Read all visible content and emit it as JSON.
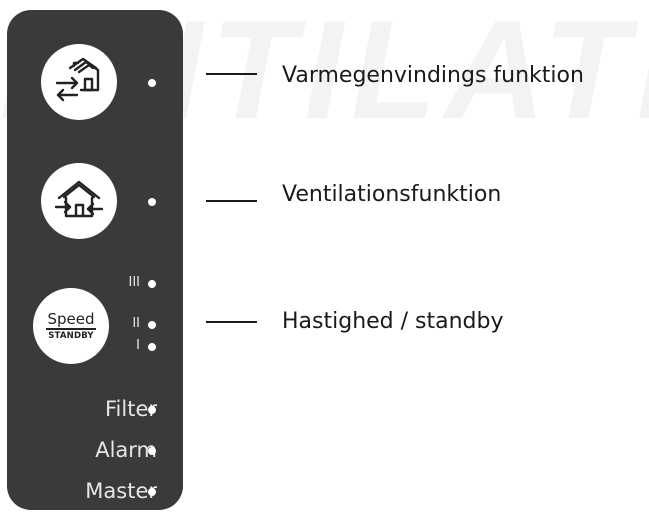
{
  "watermark": "ENTILATI",
  "buttons": {
    "heat_recovery_icon": "house-arrows-icon",
    "ventilation_icon": "house-flow-icon",
    "speed_label": "Speed",
    "standby_label": "STANDBY"
  },
  "speed_levels": [
    "III",
    "II",
    "I"
  ],
  "status_labels": {
    "filter": "Filter",
    "alarm": "Alarm",
    "master": "Master"
  },
  "callouts": {
    "heat_recovery": "Varmegenvindings funktion",
    "ventilation": "Ventilationsfunktion",
    "speed_standby": "Hastighed / standby"
  },
  "colors": {
    "panel": "#3a3a3a",
    "indicator": "#ffffff",
    "text": "#1a1a1a"
  }
}
